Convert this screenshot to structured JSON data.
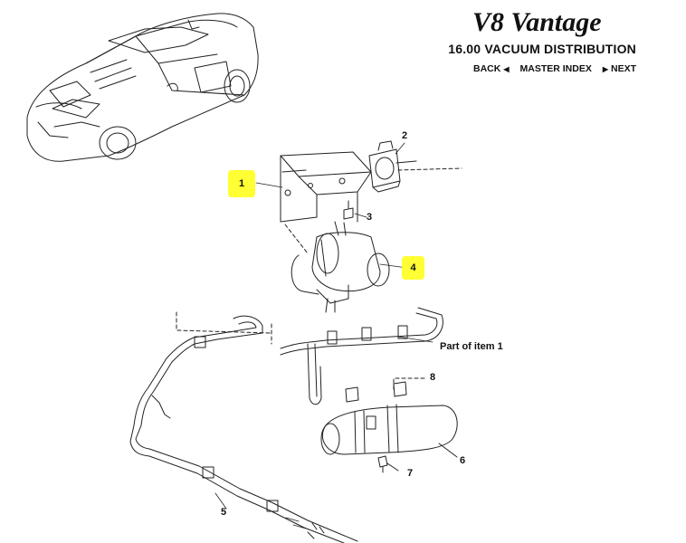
{
  "header": {
    "logo_text": "V8 Vantage",
    "title": "16.00 VACUUM DISTRIBUTION",
    "nav": {
      "back": "BACK",
      "master_index": "MASTER INDEX",
      "next": "NEXT"
    }
  },
  "diagram": {
    "callouts": {
      "c1": "1",
      "c2": "2",
      "c3": "3",
      "c4": "4",
      "c5": "5",
      "c6": "6",
      "c7": "7",
      "c8": "8"
    },
    "part_of_item_label": "Part of item 1"
  },
  "colors": {
    "highlight": "#ffff33",
    "line": "#222222"
  }
}
